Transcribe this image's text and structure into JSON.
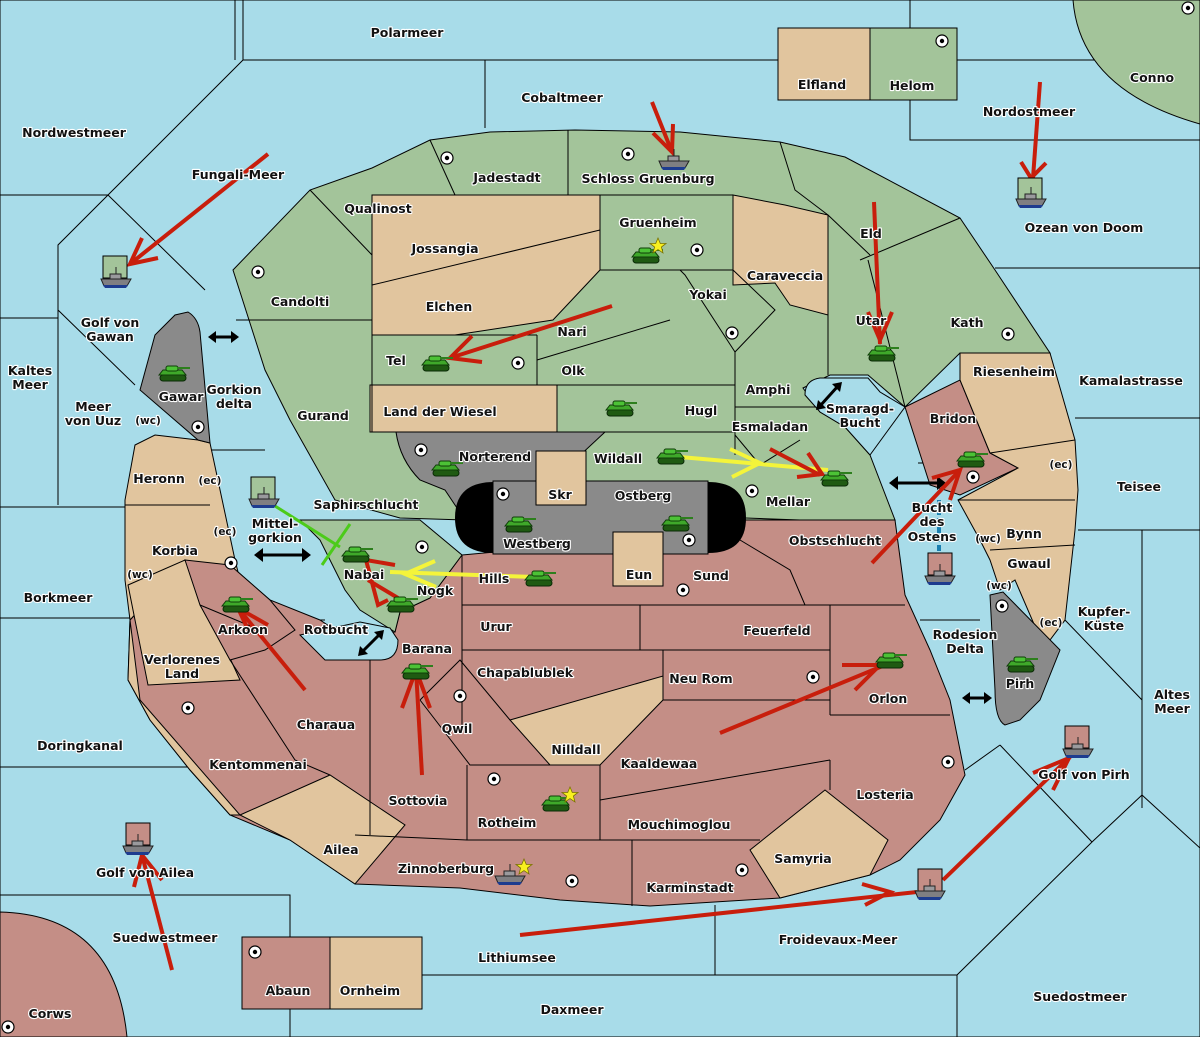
{
  "title": "Diplomacy-style map",
  "colors": {
    "sea": "#a8dce9",
    "green_power": "#a3c49a",
    "neutral": "#e1c59e",
    "red_power": "#c48e86",
    "impassable": "#8a8a8a",
    "order_move": "#c81e0c",
    "order_support": "#f4f43a",
    "order_convoy_cut": "#4ccb1a"
  },
  "seas": [
    {
      "id": "polarmeer",
      "label": "Polarmeer"
    },
    {
      "id": "cobaltmeer",
      "label": "Cobaltmeer"
    },
    {
      "id": "nordwestmeer",
      "label": "Nordwestmeer"
    },
    {
      "id": "fungali",
      "label": "Fungali-Meer"
    },
    {
      "id": "nordostmeer",
      "label": "Nordostmeer"
    },
    {
      "id": "ozean",
      "label": "Ozean von Doom"
    },
    {
      "id": "golf-gawan",
      "label1": "Golf von",
      "label2": "Gawan"
    },
    {
      "id": "kaltes",
      "label1": "Kaltes",
      "label2": "Meer"
    },
    {
      "id": "uuz",
      "label1": "Meer",
      "label2": "von Uuz"
    },
    {
      "id": "gorkion-delta",
      "label1": "Gorkion",
      "label2": "delta"
    },
    {
      "id": "mittelgorkion",
      "label1": "Mittel-",
      "label2": "gorkion"
    },
    {
      "id": "borkmeer",
      "label": "Borkmeer"
    },
    {
      "id": "rotbucht",
      "label": "Rotbucht"
    },
    {
      "id": "doringkanal",
      "label": "Doringkanal"
    },
    {
      "id": "golf-ailea",
      "label": "Golf von Ailea"
    },
    {
      "id": "suedwestmeer",
      "label": "Suedwestmeer"
    },
    {
      "id": "lithiumsee",
      "label": "Lithiumsee"
    },
    {
      "id": "daxmeer",
      "label": "Daxmeer"
    },
    {
      "id": "froidevaux",
      "label": "Froidevaux-Meer"
    },
    {
      "id": "suedostmeer",
      "label": "Suedostmeer"
    },
    {
      "id": "golf-pirh",
      "label": "Golf von Pirh"
    },
    {
      "id": "altes",
      "label1": "Altes",
      "label2": "Meer"
    },
    {
      "id": "kupfer",
      "label1": "Kupfer-",
      "label2": "Küste"
    },
    {
      "id": "teisee",
      "label": "Teisee"
    },
    {
      "id": "kamalastrasse",
      "label": "Kamalastrasse"
    },
    {
      "id": "rodesion",
      "label1": "Rodesion",
      "label2": "Delta"
    },
    {
      "id": "bucht-ostens",
      "label1": "Bucht",
      "label2": "des",
      "label3": "Ostens"
    },
    {
      "id": "smaragd",
      "label1": "Smaragd-",
      "label2": "Bucht"
    }
  ],
  "lands": {
    "elfland": "Elfland",
    "helom": "Helom",
    "conno": "Conno",
    "qualinost": "Qualinost",
    "jadestadt": "Jadestadt",
    "schloss": "Schloss Gruenburg",
    "candolti": "Candolti",
    "jossangia": "Jossangia",
    "elchen": "Elchen",
    "gruenheim": "Gruenheim",
    "caraveccia": "Caraveccia",
    "eld": "Eld",
    "yokai": "Yokai",
    "nari": "Nari",
    "tel": "Tel",
    "olk": "Olk",
    "utar": "Utar",
    "kath": "Kath",
    "gurand": "Gurand",
    "wiesel": "Land der Wiesel",
    "hugl": "Hugl",
    "amphi": "Amphi",
    "esmaladan": "Esmaladan",
    "riesenheim": "Riesenheim",
    "bridon": "Bridon",
    "gawar": "Gawar",
    "heronn": "Heronn",
    "korbia": "Korbia",
    "norterend": "Norterend",
    "wildall": "Wildall",
    "skr": "Skr",
    "ostberg": "Ostberg",
    "westberg": "Westberg",
    "mellar": "Mellar",
    "saphir": "Saphirschlucht",
    "nabai": "Nabai",
    "nogk": "Nogk",
    "hills": "Hills",
    "eun": "Eun",
    "sund": "Sund",
    "obstschlucht": "Obstschlucht",
    "bynn": "Bynn",
    "gwaul": "Gwaul",
    "pirh": "Pirh",
    "arkoon": "Arkoon",
    "verlorenes1": "Verlorenes",
    "verlorenes2": "Land",
    "urur": "Urur",
    "feuerfeld": "Feuerfeld",
    "barana": "Barana",
    "chapa": "Chapablublek",
    "neurom": "Neu Rom",
    "orlon": "Orlon",
    "charaua": "Charaua",
    "qwil": "Qwil",
    "nilldall": "Nilldall",
    "kaaldewaa": "Kaaldewaa",
    "kentommenai": "Kentommenai",
    "sottovia": "Sottovia",
    "rotheim": "Rotheim",
    "losteria": "Losteria",
    "mouchimoglou": "Mouchimoglou",
    "ailea": "Ailea",
    "samyria": "Samyria",
    "zinnoberburg": "Zinnoberburg",
    "karminstadt": "Karminstadt",
    "abaun": "Abaun",
    "ornheim": "Ornheim",
    "corws": "Corws"
  },
  "coasts": {
    "wc": "(wc)",
    "ec": "(ec)"
  },
  "units": [
    {
      "type": "fleet",
      "power": "green",
      "at": "Golf von Gawan"
    },
    {
      "type": "fleet",
      "power": "green",
      "at": "Schloss Gruenburg"
    },
    {
      "type": "fleet",
      "power": "green",
      "at": "Ozean von Doom"
    },
    {
      "type": "army",
      "power": "green",
      "at": "Gruenheim",
      "star": true
    },
    {
      "type": "army",
      "power": "green",
      "at": "Tel"
    },
    {
      "type": "army",
      "power": "green",
      "at": "Utar"
    },
    {
      "type": "army",
      "power": "green",
      "at": "Hugl"
    },
    {
      "type": "army",
      "power": "green",
      "at": "Gawar"
    },
    {
      "type": "army",
      "power": "green",
      "at": "Norterend"
    },
    {
      "type": "army",
      "power": "green",
      "at": "Wildall"
    },
    {
      "type": "army",
      "power": "green",
      "at": "Mellar"
    },
    {
      "type": "army",
      "power": "green",
      "at": "Westberg"
    },
    {
      "type": "army",
      "power": "green",
      "at": "Ostberg"
    },
    {
      "type": "fleet",
      "power": "green",
      "at": "Mittelgorkion"
    },
    {
      "type": "army",
      "power": "green",
      "at": "Nabai"
    },
    {
      "type": "army",
      "power": "green",
      "at": "Nogk"
    },
    {
      "type": "army",
      "power": "green",
      "at": "Hills"
    },
    {
      "type": "army",
      "power": "green",
      "at": "Arkoon"
    },
    {
      "type": "army",
      "power": "green",
      "at": "Barana"
    },
    {
      "type": "army",
      "power": "green",
      "at": "Bridon"
    },
    {
      "type": "army",
      "power": "green",
      "at": "Orlon"
    },
    {
      "type": "army",
      "power": "green",
      "at": "Pirh"
    },
    {
      "type": "army",
      "power": "green",
      "at": "Rotheim",
      "star": true
    },
    {
      "type": "fleet",
      "power": "red",
      "at": "Bucht des Ostens"
    },
    {
      "type": "fleet",
      "power": "red",
      "at": "Golf von Ailea"
    },
    {
      "type": "fleet",
      "power": "red",
      "at": "Zinnoberburg",
      "star": true
    },
    {
      "type": "fleet",
      "power": "red",
      "at": "Froidevaux-Meer"
    },
    {
      "type": "fleet",
      "power": "red",
      "at": "Golf von Pirh"
    }
  ]
}
